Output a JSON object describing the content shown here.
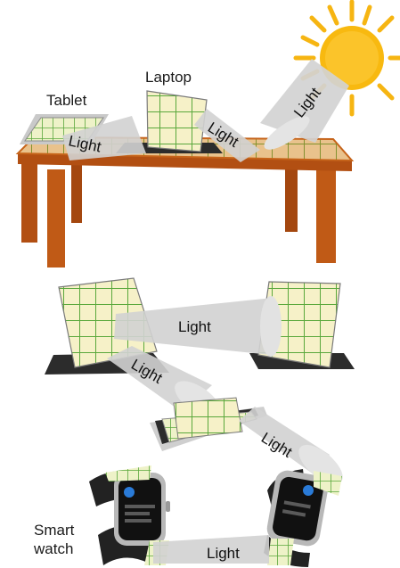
{
  "labels": {
    "tablet": "Tablet",
    "laptop": "Laptop",
    "smartwatch_line1": "Smart",
    "smartwatch_line2": "watch"
  },
  "beams": {
    "tablet_to_laptop": "Light",
    "laptop_to_table": "Light",
    "sun": "Light",
    "laptops_link": "Light",
    "laptop_to_tablet": "Light",
    "tablet_to_watch": "Light",
    "watch_link": "Light"
  },
  "colors": {
    "panel_fill": "#f6f1c8",
    "panel_grid": "#5aa83c",
    "table_top": "#d26a1e",
    "table_leg": "#b24f12",
    "sun": "#f6b512",
    "beam": "#d2d2d2",
    "device_dark": "#2c2c2c"
  }
}
